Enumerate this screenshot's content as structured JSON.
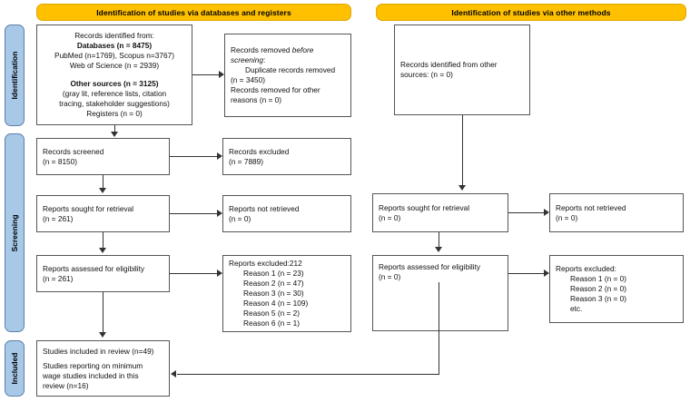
{
  "diagram": {
    "title": "PRISMA 2020 flow diagram",
    "colors": {
      "header_orange": "#FFC000",
      "stage_blue": "#A8C8E8",
      "box_border": "#555555",
      "connector": "#333333"
    }
  },
  "headers": {
    "databases": "Identification of studies via databases and registers",
    "other_methods": "Identification of studies via other methods"
  },
  "stages": {
    "identification": "Identification",
    "screening": "Screening",
    "included": "Included"
  },
  "left_column": {
    "identified": {
      "line1": "Records identified from:",
      "line2": "Databases (n = 8475)",
      "line3": "PubMed (n=1769), Scopus n=3767)",
      "line4": "Web of Science (n = 2939)",
      "line5": "Other sources (n = 3125)",
      "line6": "(gray lit, reference lists, citation",
      "line7": "tracing, stakeholder suggestions)",
      "line8": "Registers (n = 0)"
    },
    "removed_before_screening": {
      "line1": "Records removed ",
      "line1_italic": "before",
      "line2_italic": "screening",
      "line2_tail": ":",
      "line3": "Duplicate records removed",
      "line4": "(n = 3450)",
      "line5": "Records removed for other",
      "line6": "reasons (n = 0)"
    },
    "records_screened": {
      "line1": "Records screened",
      "line2": "(n = 8150)"
    },
    "records_excluded": {
      "line1": "Records excluded",
      "line2": "(n = 7889)"
    },
    "reports_sought": {
      "line1": "Reports sought for retrieval",
      "line2": "(n = 261)"
    },
    "reports_not_retrieved": {
      "line1": "Reports not retrieved",
      "line2": "(n = 0)"
    },
    "reports_assessed": {
      "line1": "Reports assessed for eligibility",
      "line2": "(n = 261)"
    },
    "reports_excluded": {
      "line1": "Reports excluded:212",
      "reasons": [
        "Reason 1 (n = 23)",
        "Reason 2 (n = 47)",
        "Reason 3 (n = 30)",
        "Reason 4 (n = 109)",
        "Reason 5 (n = 2)",
        "Reason 6 (n = 1)"
      ]
    }
  },
  "right_column": {
    "identified_other": {
      "line1": "Records identified from other",
      "line2": "sources: (n = 0)"
    },
    "reports_sought": {
      "line1": "Reports sought for retrieval",
      "line2": "(n = 0)"
    },
    "reports_not_retrieved": {
      "line1": "Reports not retrieved",
      "line2": "(n = 0)"
    },
    "reports_assessed": {
      "line1": "Reports assessed for eligibility",
      "line2": "(n = 0)"
    },
    "reports_excluded": {
      "line1": "Reports excluded:",
      "reasons": [
        "Reason 1 (n = 0)",
        "Reason 2 (n = 0)",
        "Reason 3 (n = 0)",
        "etc."
      ]
    }
  },
  "included_box": {
    "line1": "Studies included in review (n=49)",
    "line2": "Studies reporting on minimum",
    "line3": "wage studies included in this",
    "line4": "review (n=16)"
  }
}
